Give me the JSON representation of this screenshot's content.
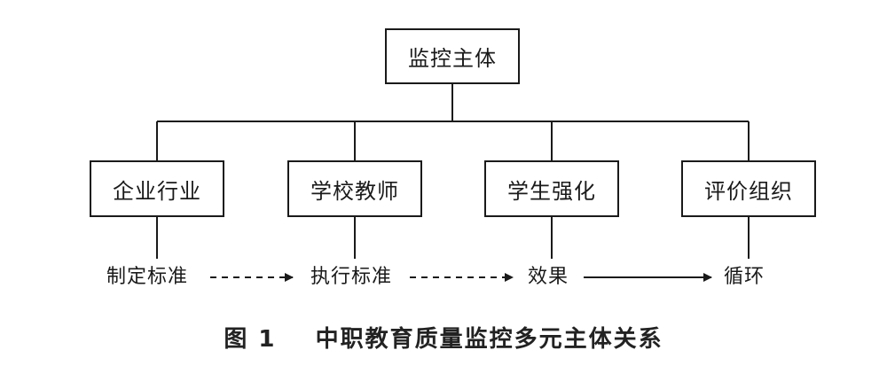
{
  "diagram": {
    "root": "监控主体",
    "subjects": [
      "企业行业",
      "学校教师",
      "学生强化",
      "评价组织"
    ],
    "flow": [
      "制定标准",
      "执行标准",
      "效果",
      "循环"
    ],
    "flow_links": [
      "dashed",
      "dashed",
      "solid"
    ],
    "caption": "图 1    中职教育质量监控多元主体关系"
  },
  "colors": {
    "line": "#1a1a1a",
    "background": "#ffffff"
  }
}
